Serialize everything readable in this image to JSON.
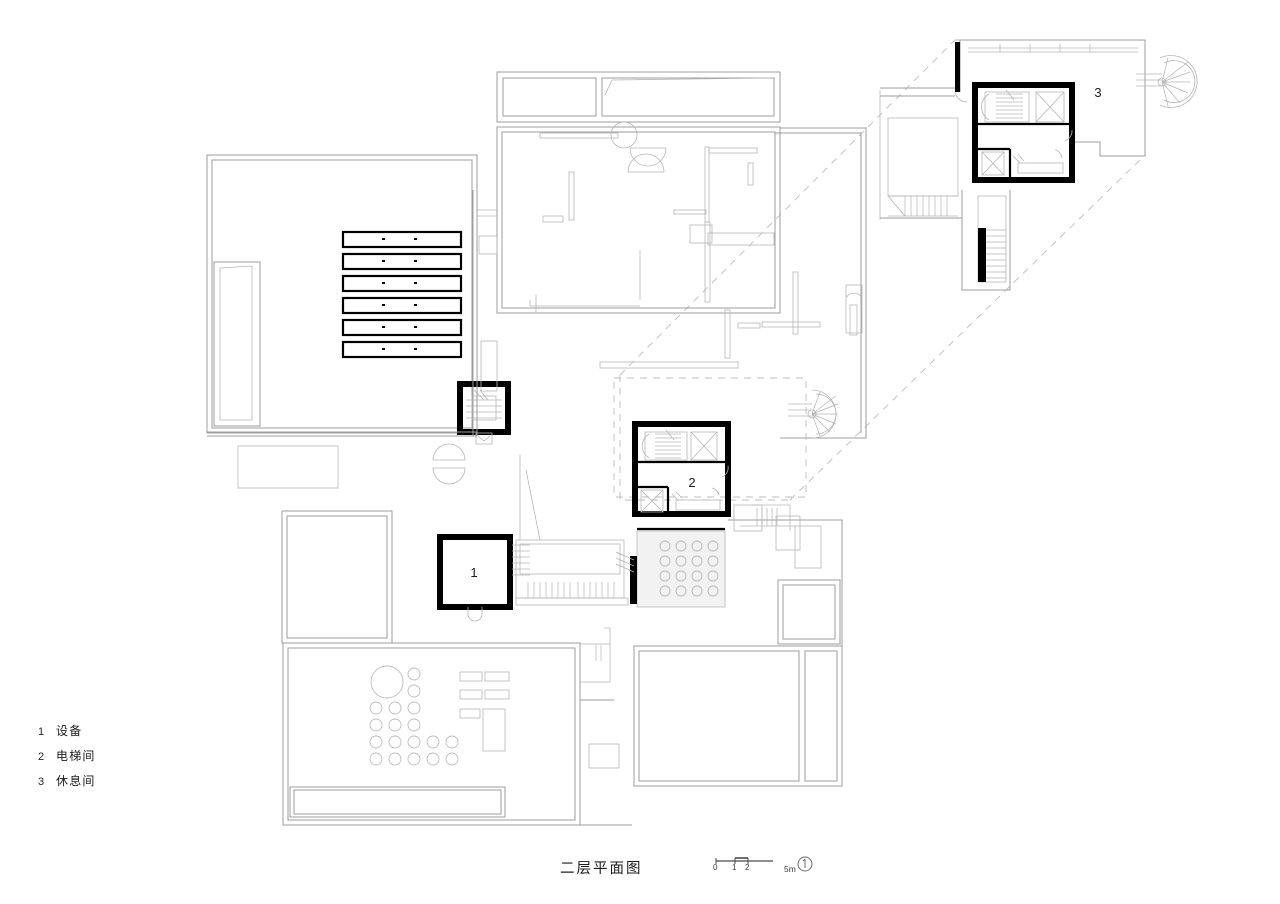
{
  "drawing": {
    "title": "二层平面图",
    "sheet_type": "architectural-floor-plan",
    "background": "#ffffff",
    "line_color": "#9a9a9a",
    "bold_line_color": "#000000"
  },
  "legend": {
    "items": [
      {
        "num": "1",
        "label": "设备"
      },
      {
        "num": "2",
        "label": "电梯间"
      },
      {
        "num": "3",
        "label": "休息间"
      }
    ]
  },
  "room_tags": [
    {
      "id": "1",
      "label": "1"
    },
    {
      "id": "2",
      "label": "2"
    },
    {
      "id": "3",
      "label": "3"
    }
  ],
  "scale_bar": {
    "ticks": [
      "0",
      "1",
      "2"
    ],
    "end_label": "5m",
    "north_icon": "north-arrow-icon"
  }
}
